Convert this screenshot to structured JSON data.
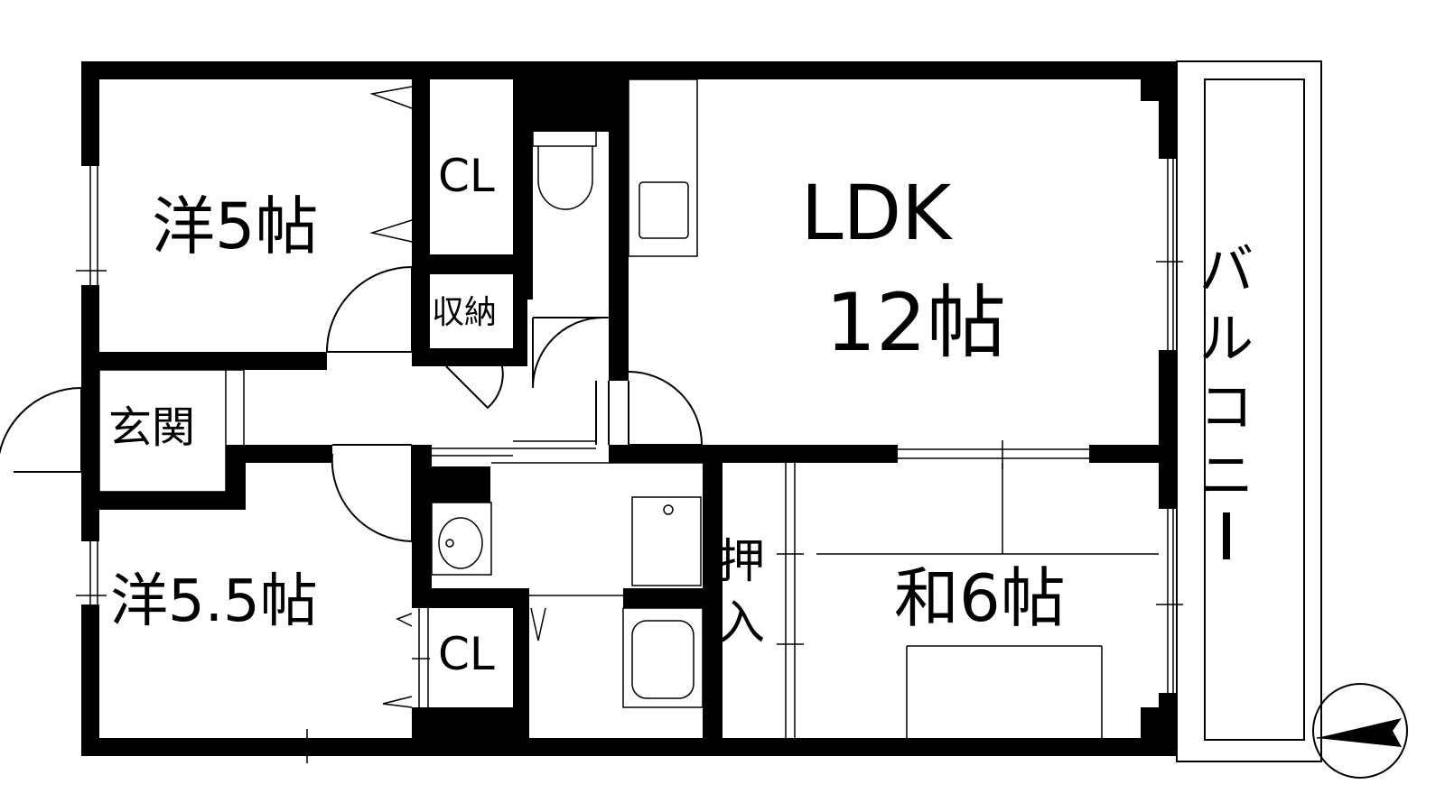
{
  "rooms": {
    "western_5": "洋5帖",
    "cl_top": "CL",
    "storage": "収納",
    "ldk_name": "LDK",
    "ldk_size": "12帖",
    "entrance": "玄関",
    "western_55": "洋5.5帖",
    "cl_bottom": "CL",
    "oshiire_1": "押",
    "oshiire_2": "入",
    "japanese_6": "和6帖",
    "balcony": [
      "バ",
      "ル",
      "コ",
      "ニ",
      "ー"
    ]
  },
  "compass": {
    "icon": "north-arrow-icon",
    "direction": "west"
  },
  "colors": {
    "line": "#000000",
    "background": "#ffffff"
  }
}
